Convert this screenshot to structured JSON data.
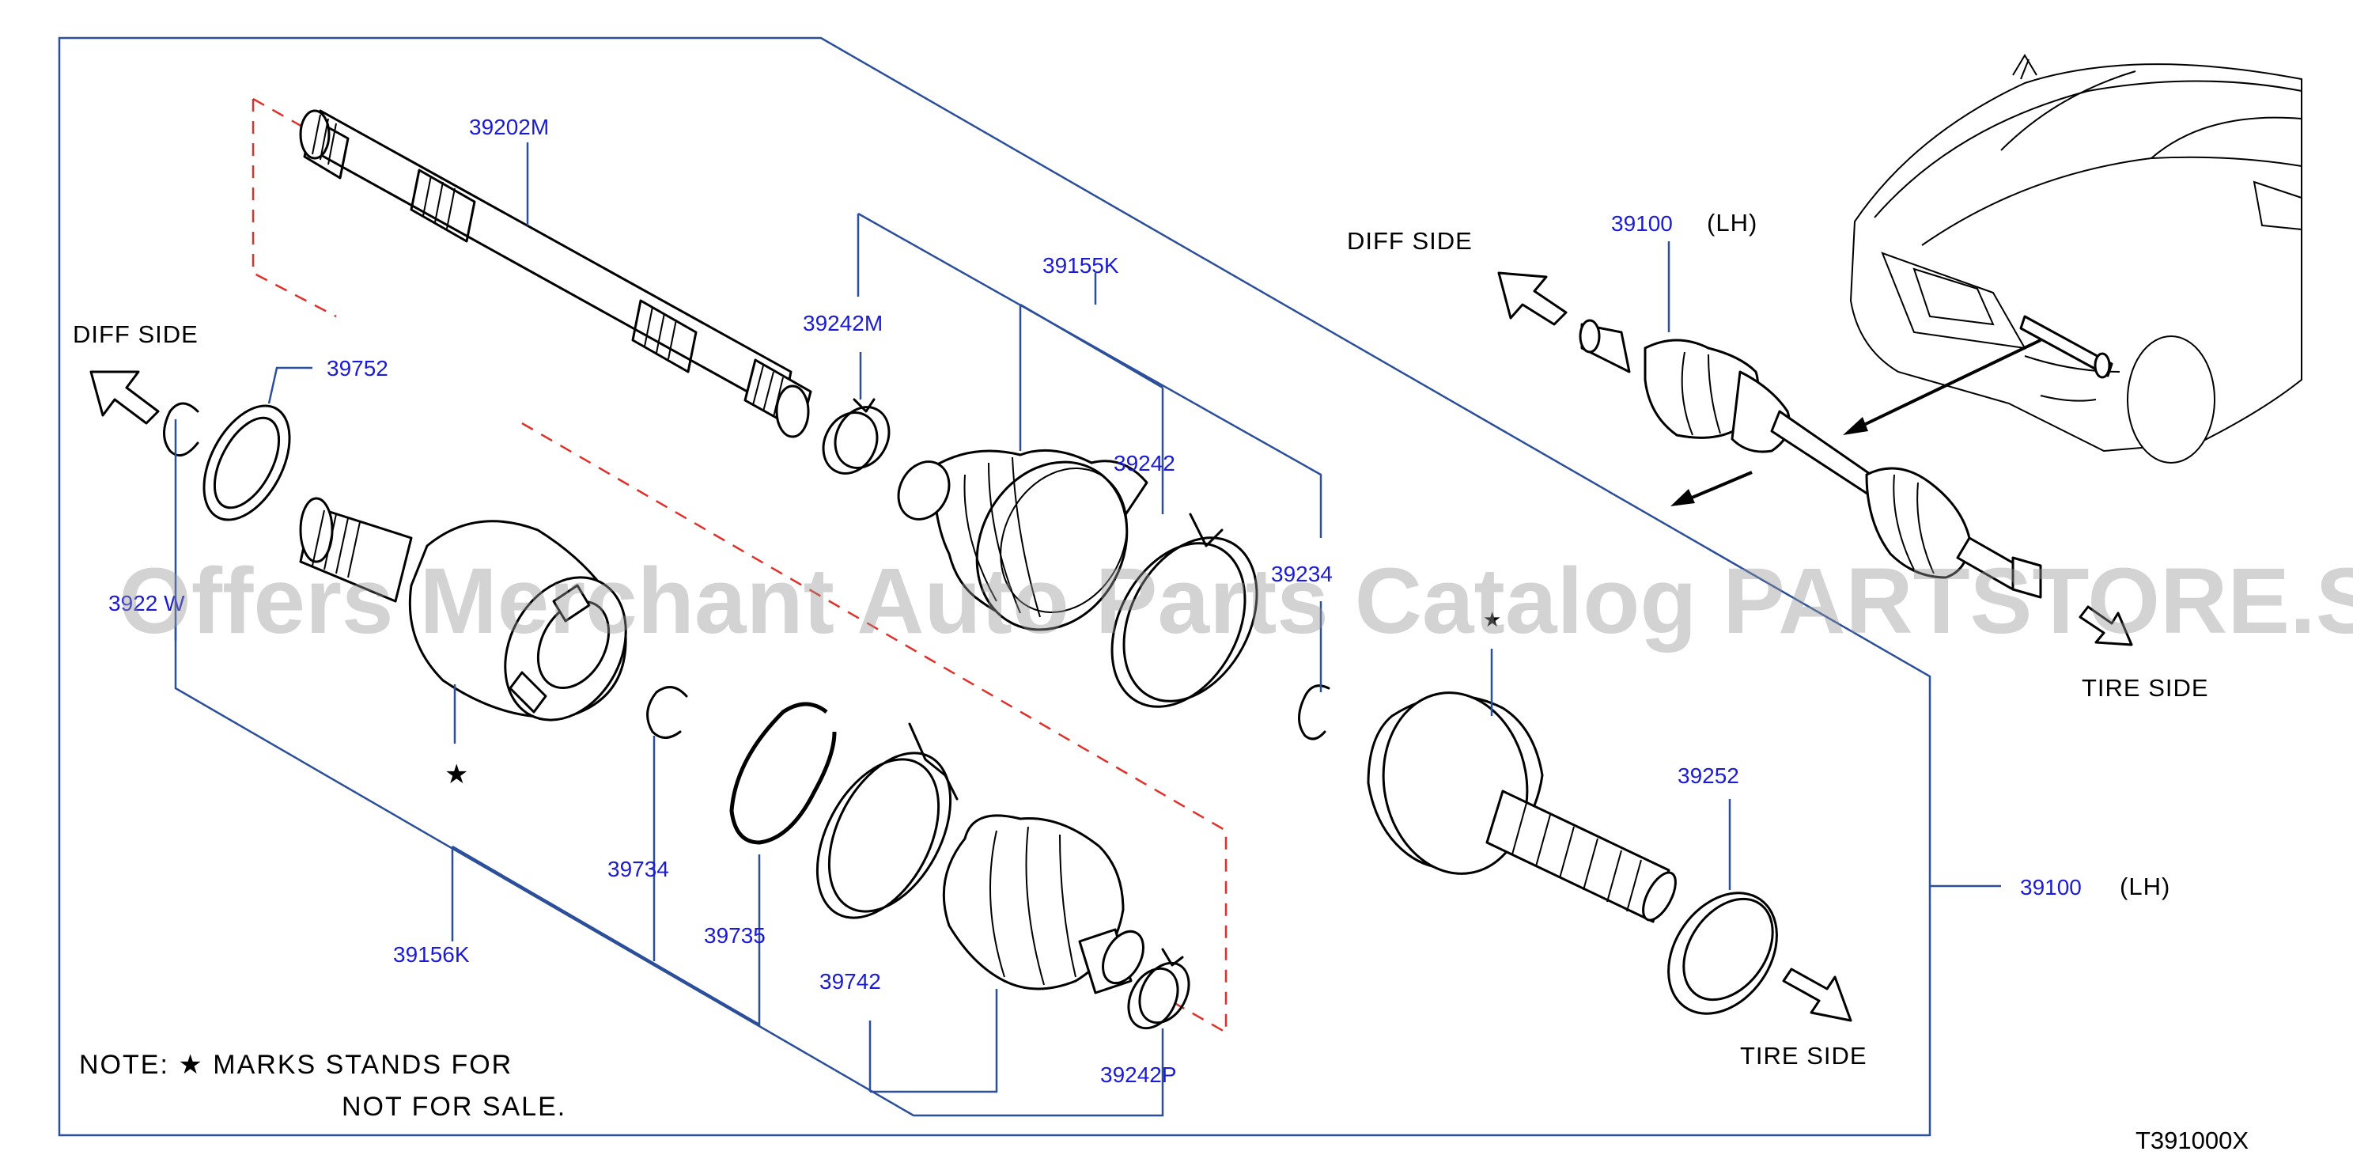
{
  "parts": {
    "p39202M": "39202M",
    "p39242M": "39242M",
    "p39155K": "39155K",
    "p39242": "39242",
    "p39752": "39752",
    "p39234": "39234",
    "p3922W": "3922 W",
    "p39734": "39734",
    "p39735": "39735",
    "p39742": "39742",
    "p39156K": "39156K",
    "p39242P": "39242P",
    "p39252": "39252",
    "p39100_main": "39100",
    "p39100_inset": "39100"
  },
  "labels": {
    "lh_inset": "(LH)",
    "lh_main": "(LH)",
    "diff_side": "DIFF SIDE",
    "diff_side_inset": "DIFF SIDE",
    "tire_side": "TIRE SIDE",
    "tire_side_inset": "TIRE SIDE",
    "not_for_sale_star": "★"
  },
  "note": {
    "line1": "NOTE: ★ MARKS STANDS FOR",
    "line2": "NOT FOR SALE."
  },
  "diagram_code": "T391000X",
  "watermark": "Offers Merchant Auto Parts Catalog PARTSTORE.SA",
  "colors": {
    "part_number": "#1b1bd6",
    "leader": "#2b4f9a",
    "dashed": "#e0302a"
  }
}
